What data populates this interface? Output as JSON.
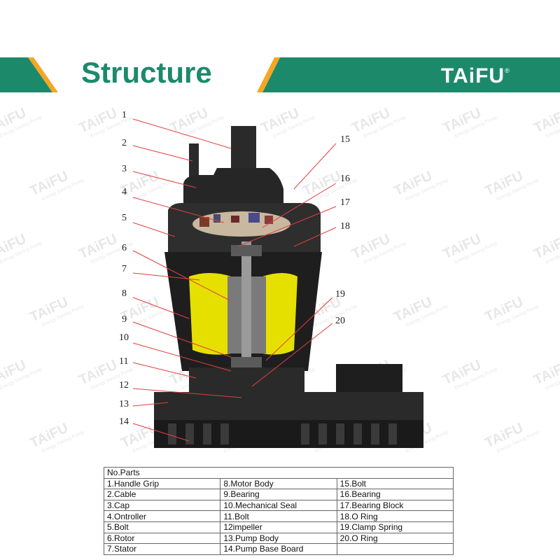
{
  "header": {
    "title": "Structure",
    "logo": "TAiFU",
    "logo_mark": "®",
    "colors": {
      "banner_green": "#1c8a6a",
      "accent_orange": "#f5a623"
    }
  },
  "watermark": {
    "brand": "TAiFU",
    "tagline": "Energy Saving Pump"
  },
  "callouts": [
    "1",
    "2",
    "3",
    "4",
    "5",
    "6",
    "7",
    "8",
    "9",
    "10",
    "11",
    "12",
    "13",
    "14",
    "15",
    "16",
    "17",
    "18",
    "19",
    "20"
  ],
  "parts_table": {
    "header": "No.Parts",
    "rows": [
      [
        "1.Handle Grip",
        "8.Motor Body",
        "15.Bolt"
      ],
      [
        "2.Cable",
        "9.Bearing",
        "16.Bearing"
      ],
      [
        "3.Cap",
        "10.Mechanical Seal",
        "17.Bearing Block"
      ],
      [
        "4.Ontroller",
        "11.Bolt",
        "18.O Ring"
      ],
      [
        "5.Bolt",
        "12impeller",
        "19.Clamp Spring"
      ],
      [
        "6.Rotor",
        "13.Pump Body",
        "20.O Ring"
      ],
      [
        "7.Stator",
        "14.Pump Base Board",
        ""
      ]
    ]
  }
}
